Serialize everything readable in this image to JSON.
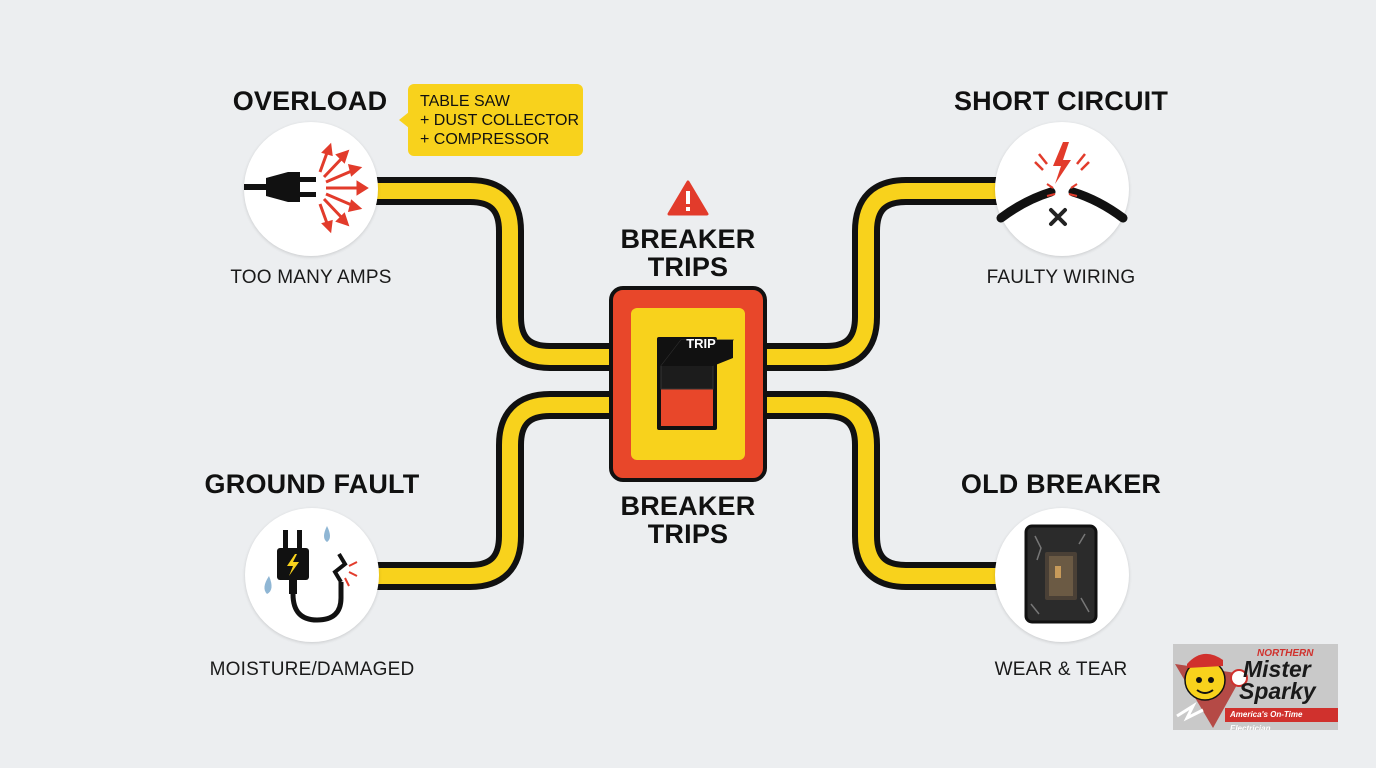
{
  "center": {
    "title_top": "BREAKER TRIPS",
    "title_bottom": "BREAKER TRIPS",
    "switch_label": "TRIP",
    "warning_icon": "warning-triangle-icon"
  },
  "causes": {
    "overload": {
      "title": "OVERLOAD",
      "subtitle": "TOO MANY AMPS",
      "icon": "plug-overload-icon"
    },
    "short_circuit": {
      "title": "SHORT CIRCUIT",
      "subtitle": "FAULTY WIRING",
      "icon": "broken-wire-spark-icon"
    },
    "ground_fault": {
      "title": "GROUND FAULT",
      "subtitle": "MOISTURE/DAMAGED",
      "icon": "wet-plug-icon"
    },
    "old_breaker": {
      "title": "OLD BREAKER",
      "subtitle": "WEAR & TEAR",
      "icon": "cracked-breaker-icon"
    }
  },
  "callout": {
    "lines": [
      "TABLE SAW",
      "+ DUST COLLECTOR",
      "+ COMPRESSOR"
    ]
  },
  "logo": {
    "line1": "NORTHERN",
    "line2": "Mister",
    "line3": "Sparky",
    "tagline": "America's On-Time Electrician"
  },
  "colors": {
    "wire_yellow": "#f8d21c",
    "wire_outline": "#111111",
    "breaker_red": "#e8472a",
    "accent_red": "#e23b2b",
    "background": "#eceef0"
  }
}
